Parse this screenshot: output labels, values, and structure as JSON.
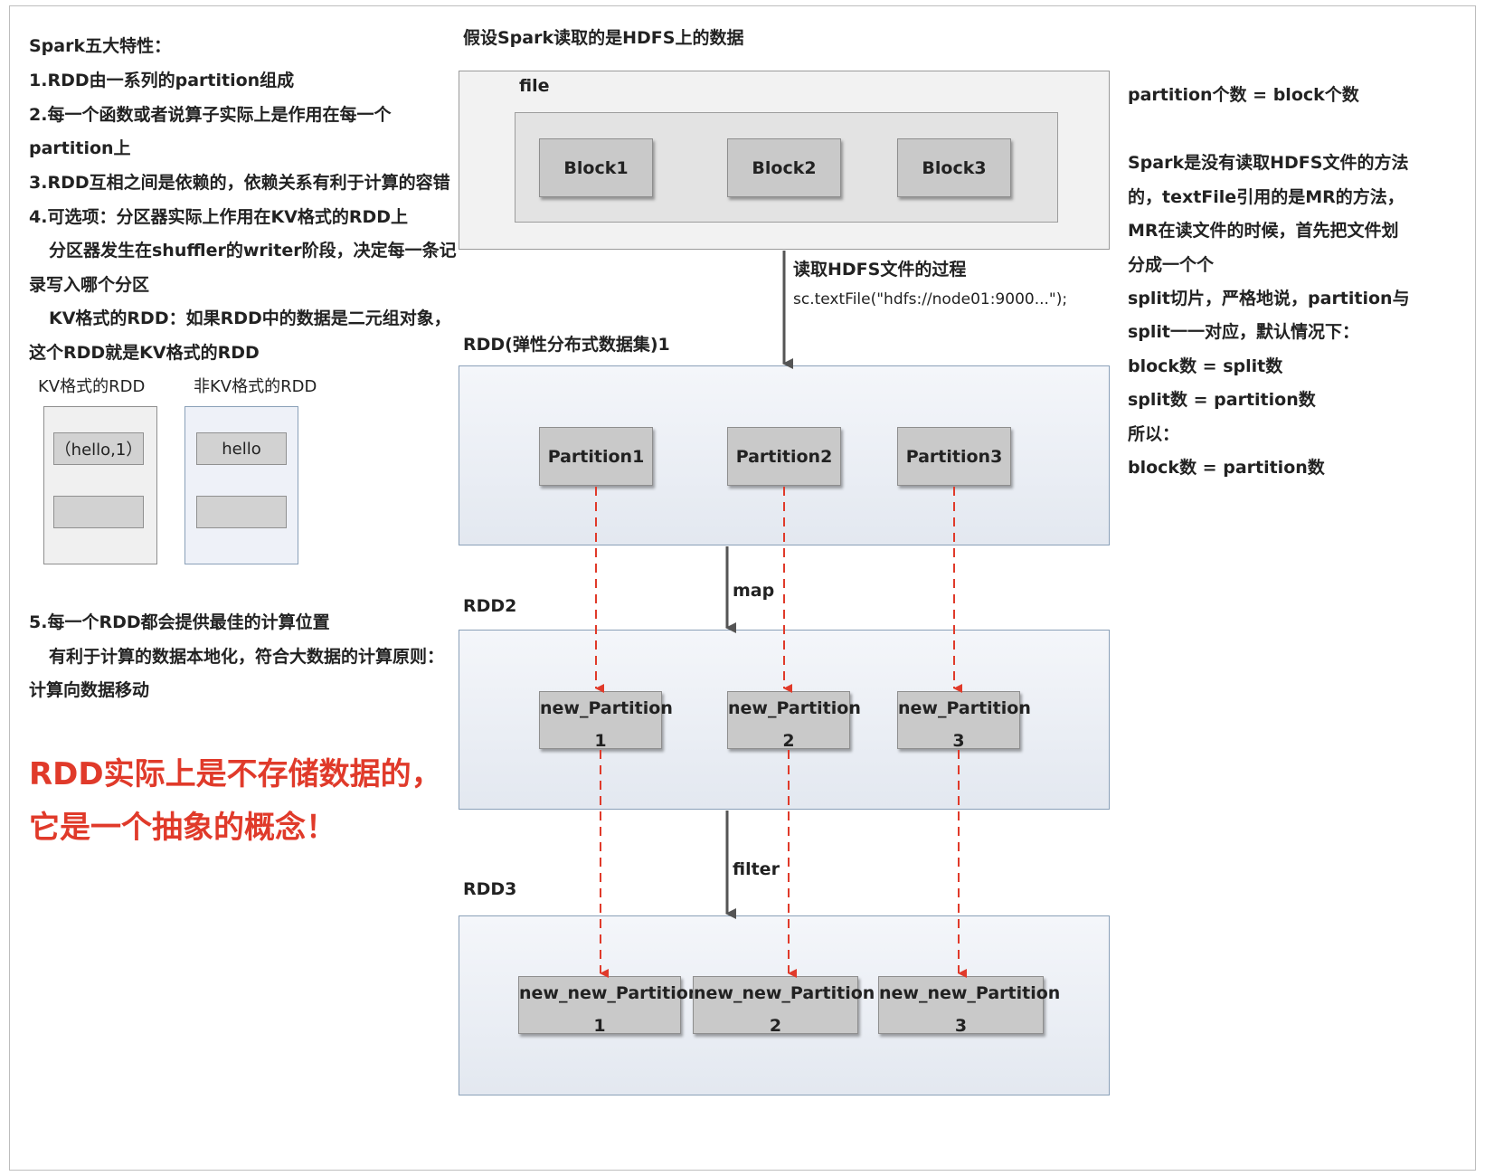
{
  "left": {
    "heading": "Spark五大特性：",
    "lines": [
      "1.RDD由一系列的partition组成",
      "2.每一个函数或者说算子实际上是作用在每一个",
      "partition上",
      "3.RDD互相之间是依赖的，依赖关系有利于计算的容错",
      "4.可选项：分区器实际上作用在KV格式的RDD上",
      "分区器发生在shuffler的writer阶段，决定每一条记",
      "录写入哪个分区",
      "KV格式的RDD：如果RDD中的数据是二元组对象，",
      "这个RDD就是KV格式的RDD"
    ],
    "kv_title": "KV格式的RDD",
    "nonkv_title": "非KV格式的RDD",
    "kv_item": "（hello,1）",
    "nonkv_item": "hello",
    "lines2": [
      "5.每一个RDD都会提供最佳的计算位置",
      "有利于计算的数据本地化，符合大数据的计算原则：",
      "计算向数据移动"
    ],
    "red_lines": [
      "RDD实际上是不存储数据的，",
      "它是一个抽象的概念！"
    ]
  },
  "center": {
    "title": "假设Spark读取的是HDFS上的数据",
    "file_label": "file",
    "blocks": [
      "Block1",
      "Block2",
      "Block3"
    ],
    "read_label": "读取HDFS文件的过程",
    "read_code": "sc.textFile(\"hdfs://node01:9000...\");",
    "rdd1_label": "RDD(弹性分布式数据集)1",
    "partitions": [
      "Partition1",
      "Partition2",
      "Partition3"
    ],
    "map_label": "map",
    "rdd2_label": "RDD2",
    "new_partitions": [
      {
        "name": "new_Partition",
        "num": "1"
      },
      {
        "name": "new_Partition",
        "num": "2"
      },
      {
        "name": "new_Partition",
        "num": "3"
      }
    ],
    "filter_label": "filter",
    "rdd3_label": "RDD3",
    "new_new_partitions": [
      {
        "name": "new_new_Partition",
        "num": "1"
      },
      {
        "name": "new_new_Partition",
        "num": "2"
      },
      {
        "name": "new_new_Partition",
        "num": "3"
      }
    ]
  },
  "right": {
    "lines": [
      "partition个数 = block个数",
      "Spark是没有读取HDFS文件的方法",
      "的，textFile引用的是MR的方法，",
      "MR在读文件的时候，首先把文件划",
      "分成一个个",
      "split切片，严格地说，partition与",
      "split一一对应，默认情况下：",
      "block数 = split数",
      "split数 = partition数",
      "所以：",
      "block数 = partition数"
    ]
  },
  "colors": {
    "red": "#e03a2a",
    "box_gray": "#c9c9c9",
    "arrow_gray": "#555555"
  }
}
